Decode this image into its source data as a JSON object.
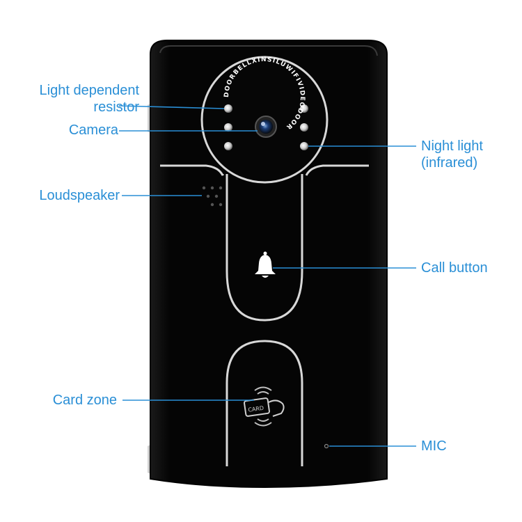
{
  "colors": {
    "label_text": "#2a8fd6",
    "leader_line": "#2a8fd6",
    "device_body": "#050505",
    "device_trim": "#d8d8d8",
    "led": "#e9e9e9",
    "bell": "#ffffff"
  },
  "device": {
    "camera_ring_text": "DOORBELLXINSILUWIFIVIDEODOOR",
    "card_text": "CARD"
  },
  "labels": {
    "ldr": {
      "line1": "Light dependent",
      "line2": "resistor"
    },
    "camera": "Camera",
    "night_light": {
      "line1": "Night light",
      "line2": "(infrared)"
    },
    "loudspeaker": "Loudspeaker",
    "call_button": "Call button",
    "card_zone": "Card zone",
    "mic": "MIC"
  },
  "icons": {
    "bell": "bell-icon",
    "card": "rfid-card-icon",
    "camera_lens": "camera-lens-icon"
  }
}
